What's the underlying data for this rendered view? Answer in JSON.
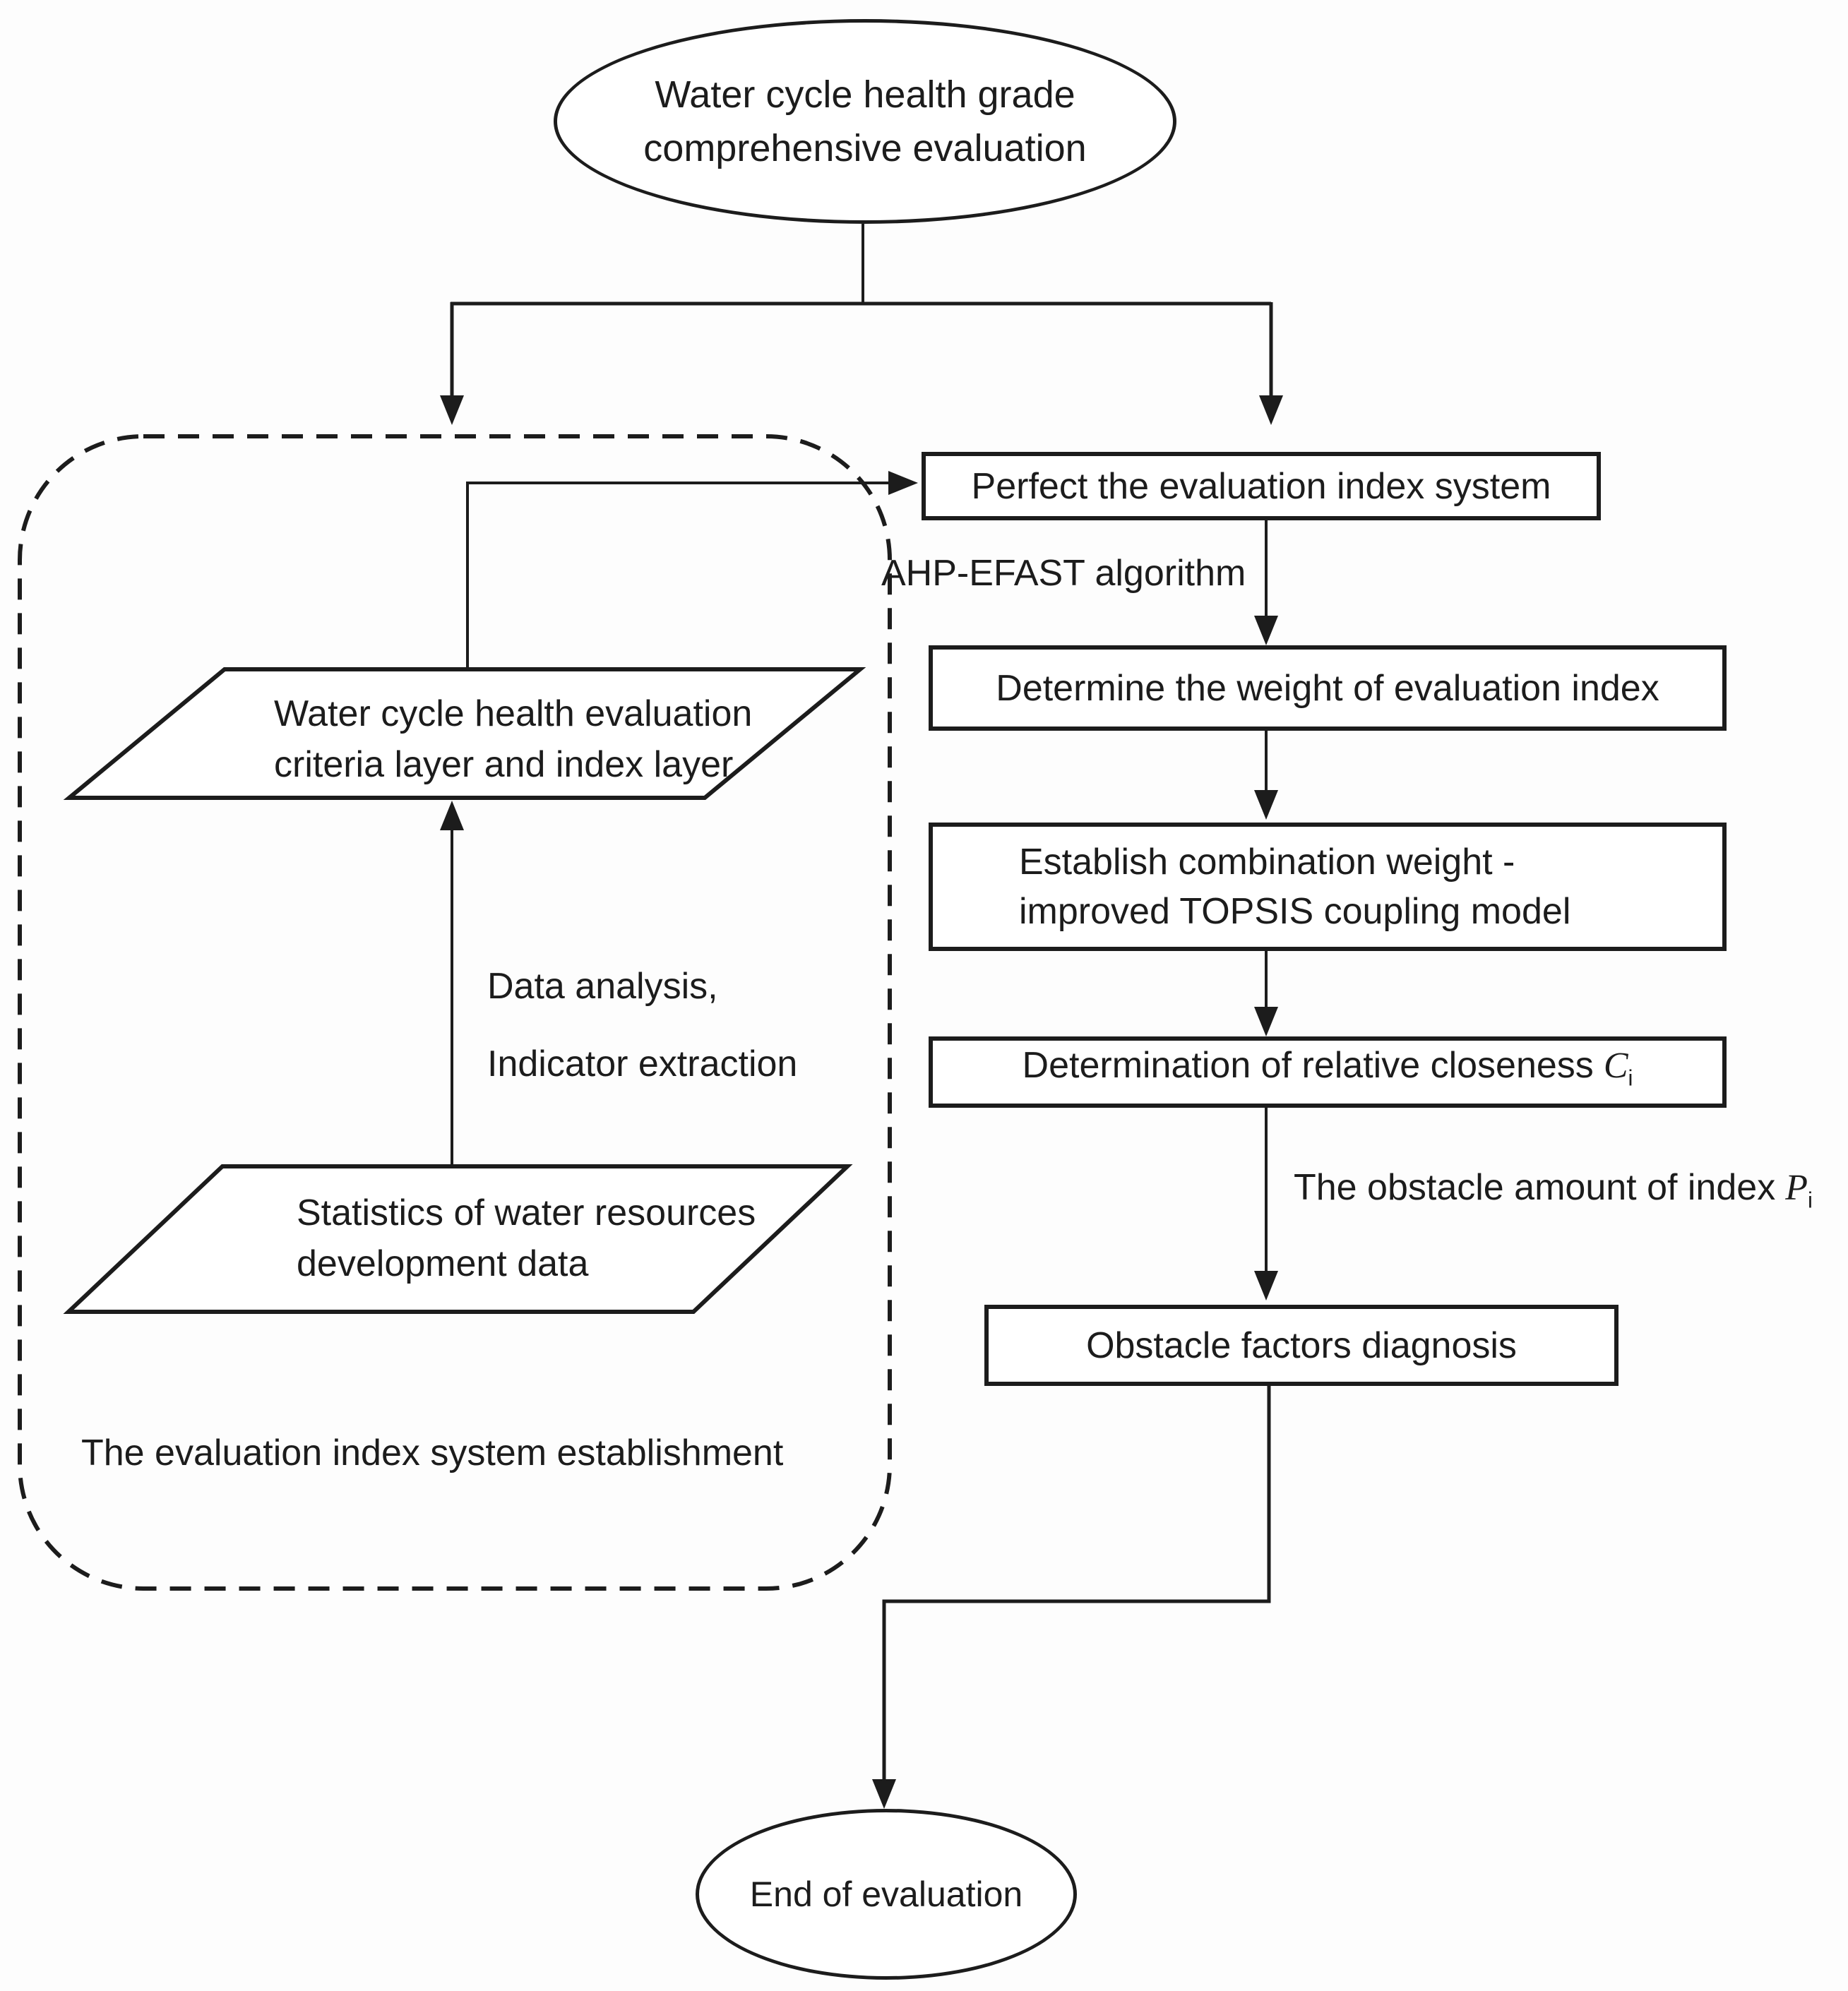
{
  "palette": {
    "ink": "#1c1c1c",
    "background": "#fdfdfd"
  },
  "nodes": {
    "start": {
      "shape": "ellipse",
      "lines": [
        "Water cycle health grade",
        "comprehensive evaluation"
      ]
    },
    "criteria": {
      "shape": "parallelogram",
      "lines": [
        "Water cycle health evaluation",
        "criteria layer and index layer"
      ]
    },
    "statistics": {
      "shape": "parallelogram",
      "lines": [
        "Statistics of water resources",
        "development data"
      ]
    },
    "perfect": {
      "shape": "process",
      "label": "Perfect the evaluation index system"
    },
    "determine": {
      "shape": "process",
      "label": "Determine the weight of evaluation index"
    },
    "establish": {
      "shape": "process",
      "lines": [
        "Establish combination weight -",
        "improved TOPSIS coupling model"
      ]
    },
    "closeness": {
      "shape": "process",
      "label": "Determination of relative closeness",
      "math_var": "C",
      "math_sub": "i"
    },
    "obstacle": {
      "shape": "process",
      "label": "Obstacle factors diagnosis"
    },
    "end": {
      "shape": "ellipse",
      "label": "End of evaluation"
    }
  },
  "edge_labels": {
    "ahp_efast": "AHP-EFAST algorithm",
    "data_analysis": {
      "line1": "Data analysis,",
      "line2": "Indicator extraction"
    },
    "obstacle_amount": {
      "text": "The obstacle amount of index",
      "math_var": "P",
      "math_sub": "i"
    }
  },
  "region": {
    "label": "The evaluation index system establishment"
  }
}
